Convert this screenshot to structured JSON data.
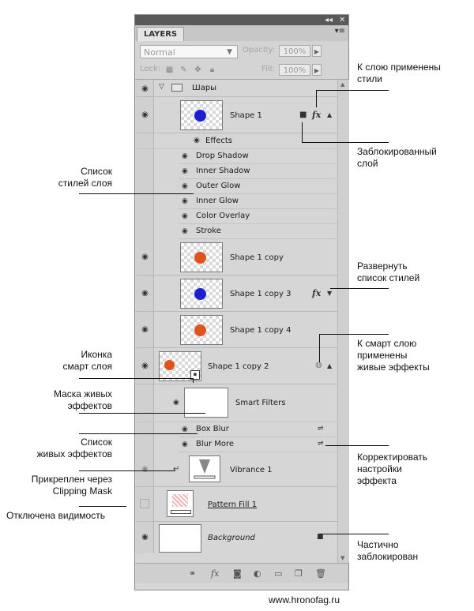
{
  "panel": {
    "tab_label": "LAYERS",
    "collapse_glyph": "◂◂",
    "close_glyph": "✕",
    "menu_glyph": "▾≡",
    "blend_mode": "Normal",
    "opacity_label": "Opacity:",
    "opacity_value": "100%",
    "lock_label": "Lock:",
    "fill_label": "Fill:",
    "fill_value": "100%"
  },
  "layers": {
    "group_name": "Шары",
    "shape1": "Shape 1",
    "effects_label": "Effects",
    "effects": [
      "Drop Shadow",
      "Inner Shadow",
      "Outer Glow",
      "Inner Glow",
      "Color Overlay",
      "Stroke"
    ],
    "shape1_copy": "Shape 1 copy",
    "shape1_copy3": "Shape 1 copy 3",
    "shape1_copy4": "Shape 1 copy 4",
    "shape1_copy2": "Shape 1 copy 2",
    "smart_filters": "Smart Filters",
    "filters": [
      "Box Blur",
      "Blur More"
    ],
    "vibrance": "Vibrance 1",
    "pattern_fill": "Pattern Fill 1",
    "background": "Background",
    "fx_glyph": "fx"
  },
  "colors": {
    "blue_ball": "#1a1fd6",
    "orange_ball": "#e4521b"
  },
  "callouts": {
    "style_applied": "К слою применены\nстили",
    "locked_layer": "Заблокированный\nслой",
    "style_list": "Список\nстилей слоя",
    "expand_styles": "Развернуть\nсписок стилей",
    "smart_effects": "К смарт слою\nприменены\nживые эффекты",
    "smart_icon": "Иконка\nсмарт слоя",
    "filter_mask": "Маска живых\nэффектов",
    "filter_list": "Список\nживых эффектов",
    "adjust_filter": "Корректировать\nнастройки\nэффекта",
    "clipping": "Прикреплен через\nClipping Mask",
    "hidden": "Отключена видимость",
    "partially_locked": "Частично\nзаблокирован"
  },
  "footer": "www.hronofag.ru"
}
